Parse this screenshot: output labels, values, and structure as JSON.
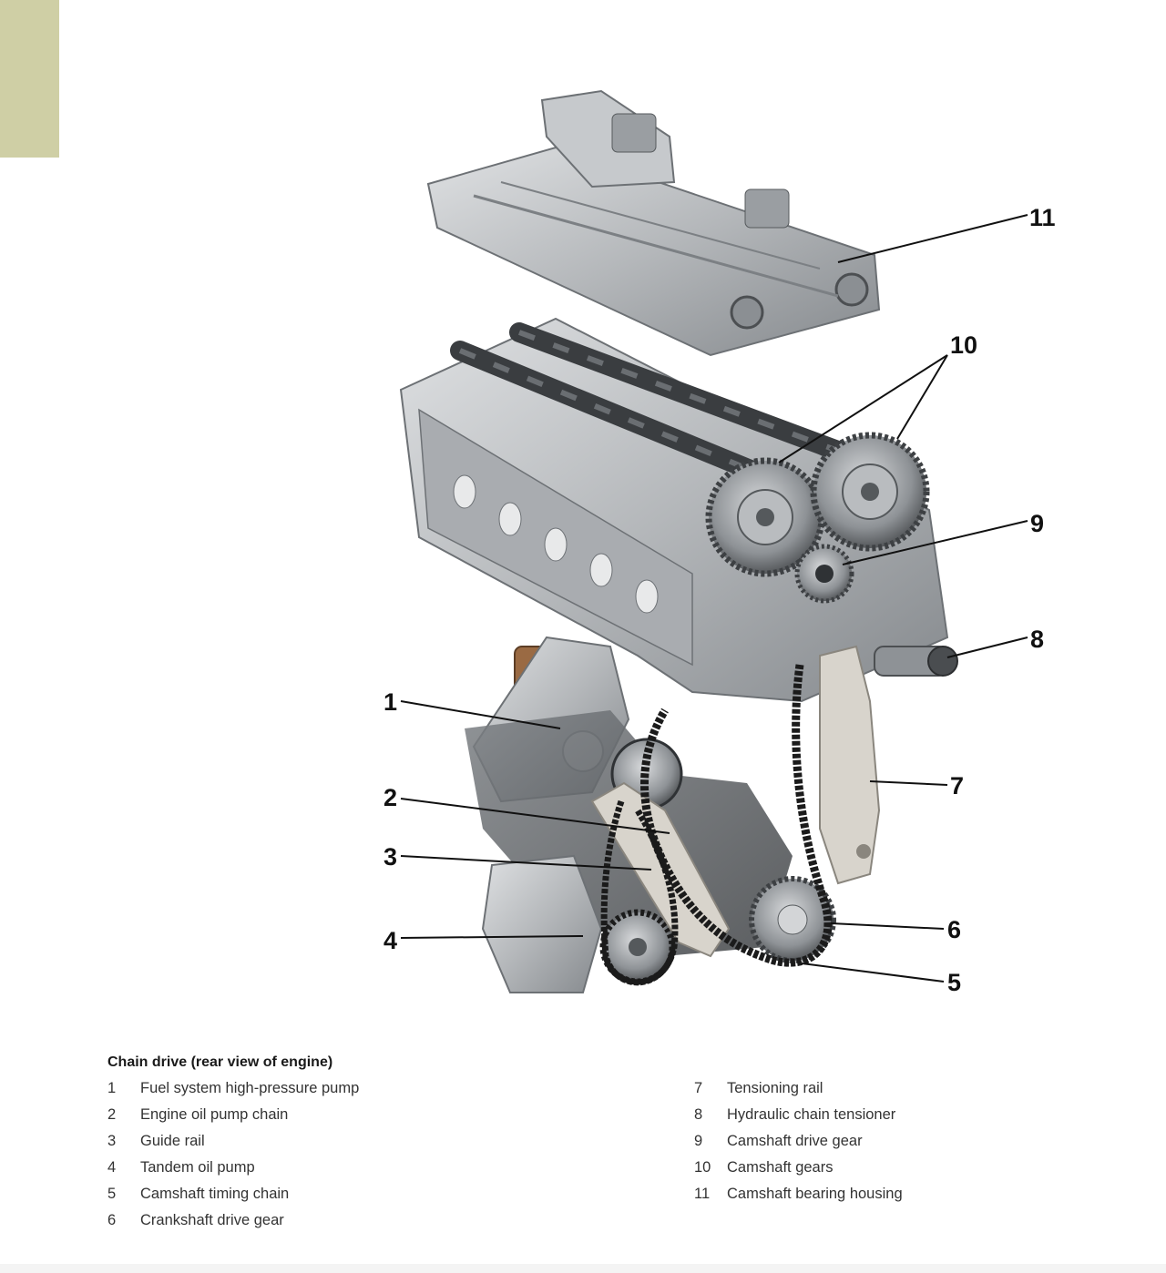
{
  "colors": {
    "side_tab": "#cfcfa5",
    "metal": "#b9bcbf",
    "dark_metal": "#4a4d50",
    "chain": "#1b1b1b",
    "rail": "#d8d4cc",
    "bronze": "#9a6a43"
  },
  "callouts": [
    "1",
    "2",
    "3",
    "4",
    "5",
    "6",
    "7",
    "8",
    "9",
    "10",
    "11"
  ],
  "caption": {
    "title": "Chain drive (rear view of engine)",
    "legend": [
      {
        "num": "1",
        "label": "Fuel system high-pressure pump"
      },
      {
        "num": "2",
        "label": "Engine oil pump chain"
      },
      {
        "num": "3",
        "label": "Guide rail"
      },
      {
        "num": "4",
        "label": "Tandem oil pump"
      },
      {
        "num": "5",
        "label": "Camshaft timing chain"
      },
      {
        "num": "6",
        "label": "Crankshaft drive gear"
      },
      {
        "num": "7",
        "label": "Tensioning rail"
      },
      {
        "num": "8",
        "label": "Hydraulic chain tensioner"
      },
      {
        "num": "9",
        "label": "Camshaft drive gear"
      },
      {
        "num": "10",
        "label": "Camshaft gears"
      },
      {
        "num": "11",
        "label": "Camshaft bearing housing"
      }
    ]
  }
}
